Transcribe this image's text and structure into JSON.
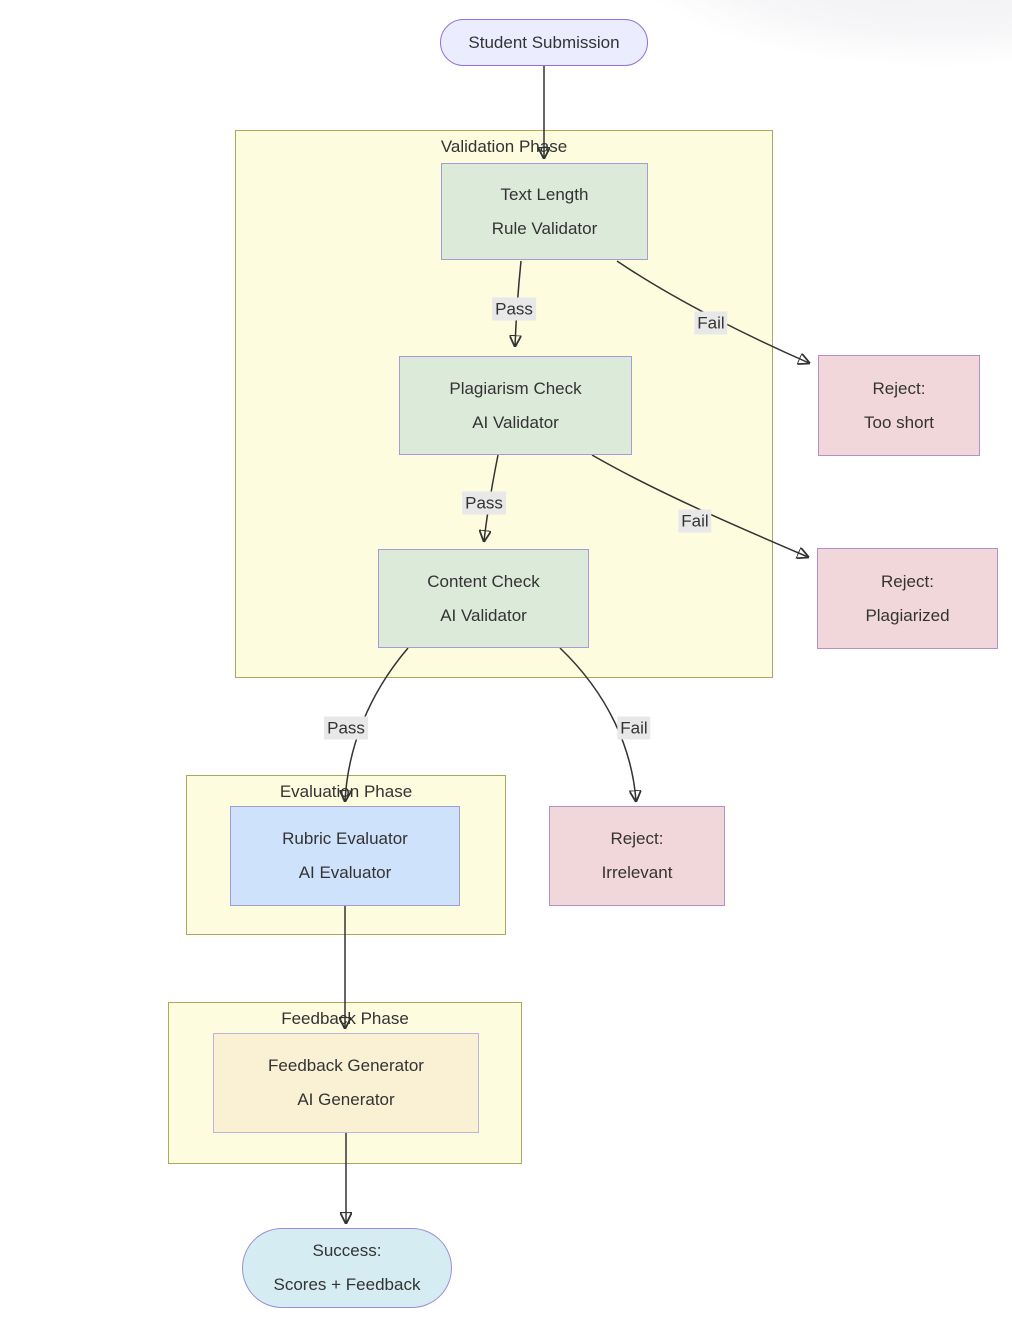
{
  "diagram": {
    "start": {
      "label": "Student Submission"
    },
    "clusters": {
      "validation": {
        "title": "Validation Phase"
      },
      "evaluation": {
        "title": "Evaluation Phase"
      },
      "feedback": {
        "title": "Feedback Phase"
      }
    },
    "nodes": {
      "text_length": {
        "line1": "Text Length",
        "line2": "Rule Validator"
      },
      "plagiarism_check": {
        "line1": "Plagiarism Check",
        "line2": "AI Validator"
      },
      "content_check": {
        "line1": "Content Check",
        "line2": "AI Validator"
      },
      "rubric_evaluator": {
        "line1": "Rubric Evaluator",
        "line2": "AI Evaluator"
      },
      "feedback_generator": {
        "line1": "Feedback Generator",
        "line2": "AI Generator"
      },
      "reject_too_short": {
        "line1": "Reject:",
        "line2": "Too short"
      },
      "reject_plagiarized": {
        "line1": "Reject:",
        "line2": "Plagiarized"
      },
      "reject_irrelevant": {
        "line1": "Reject:",
        "line2": "Irrelevant"
      },
      "success": {
        "line1": "Success:",
        "line2": "Scores + Feedback"
      }
    },
    "edges": [
      {
        "from": "student_submission",
        "to": "text_length",
        "label": ""
      },
      {
        "from": "text_length",
        "to": "plagiarism_check",
        "label": "Pass"
      },
      {
        "from": "text_length",
        "to": "reject_too_short",
        "label": "Fail"
      },
      {
        "from": "plagiarism_check",
        "to": "content_check",
        "label": "Pass"
      },
      {
        "from": "plagiarism_check",
        "to": "reject_plagiarized",
        "label": "Fail"
      },
      {
        "from": "content_check",
        "to": "rubric_evaluator",
        "label": "Pass"
      },
      {
        "from": "content_check",
        "to": "reject_irrelevant",
        "label": "Fail"
      },
      {
        "from": "rubric_evaluator",
        "to": "feedback_generator",
        "label": ""
      },
      {
        "from": "feedback_generator",
        "to": "success",
        "label": ""
      }
    ],
    "colors": {
      "canvas-bg": "#ffffff",
      "stadium-fill": "#ececff",
      "stadium-border": "#9370db",
      "validator-fill": "#dcead9",
      "validator-border": "#a79bd5",
      "reject-fill": "#f2d7da",
      "reject-border": "#b391c8",
      "evaluator-fill": "#cfe2fc",
      "evaluator-border": "#a29bd8",
      "generator-fill": "#faf0d4",
      "generator-border": "#c0b3dc",
      "success-fill": "#d5ecf3",
      "success-border": "#9c8ed4",
      "cluster-fill": "#fdfcdf",
      "cluster-border": "#a9a95c",
      "edge-line": "#333333",
      "edge-label-bg": "#e8e8e8",
      "text": "#333333"
    }
  }
}
